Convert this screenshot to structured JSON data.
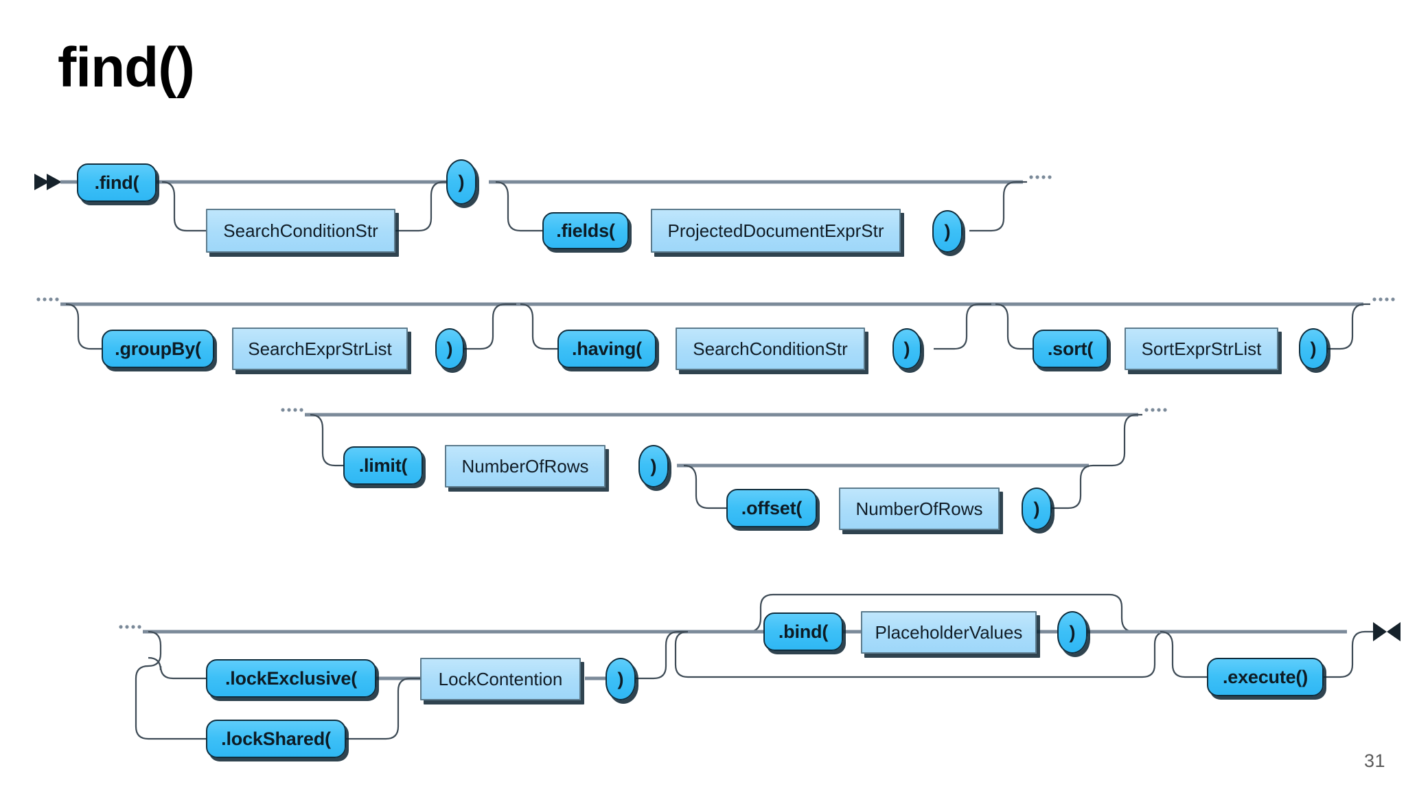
{
  "slide": {
    "title": "find()",
    "page_number": "31",
    "background_color": "#ffffff"
  },
  "colors": {
    "terminal_fill": "#3dc0f7",
    "terminal_border": "#0f2d3d",
    "nonterminal_fill": "#a9dcfa",
    "nonterminal_border": "#5b7a8c",
    "rail_thick": "#7b8a99",
    "rail_thin": "#3d4a55",
    "title_text": "#000000",
    "page_number_text": "#595959"
  },
  "diagram": {
    "type": "railroad-syntax-diagram",
    "start_marker": "double-arrow-right",
    "end_marker": "double-arrow-bowtie",
    "continuation_marker": "....",
    "rows": [
      {
        "row": 1,
        "nodes": [
          {
            "id": "find",
            "kind": "terminal",
            "label": ".find("
          },
          {
            "id": "searchConditionStr1",
            "kind": "nonterminal",
            "label": "SearchConditionStr"
          },
          {
            "id": "closeParen1",
            "kind": "paren",
            "label": ")"
          },
          {
            "id": "fields",
            "kind": "terminal",
            "label": ".fields("
          },
          {
            "id": "projectedDocumentExprStr",
            "kind": "nonterminal",
            "label": "ProjectedDocumentExprStr"
          },
          {
            "id": "closeParen2",
            "kind": "paren",
            "label": ")"
          }
        ]
      },
      {
        "row": 2,
        "nodes": [
          {
            "id": "groupBy",
            "kind": "terminal",
            "label": ".groupBy("
          },
          {
            "id": "searchExprStrList",
            "kind": "nonterminal",
            "label": "SearchExprStrList"
          },
          {
            "id": "closeParen3",
            "kind": "paren",
            "label": ")"
          },
          {
            "id": "having",
            "kind": "terminal",
            "label": ".having("
          },
          {
            "id": "searchConditionStr2",
            "kind": "nonterminal",
            "label": "SearchConditionStr"
          },
          {
            "id": "closeParen4",
            "kind": "paren",
            "label": ")"
          },
          {
            "id": "sort",
            "kind": "terminal",
            "label": ".sort("
          },
          {
            "id": "sortExprStrList",
            "kind": "nonterminal",
            "label": "SortExprStrList"
          },
          {
            "id": "closeParen5",
            "kind": "paren",
            "label": ")"
          }
        ]
      },
      {
        "row": 3,
        "nodes": [
          {
            "id": "limit",
            "kind": "terminal",
            "label": ".limit("
          },
          {
            "id": "numberOfRows1",
            "kind": "nonterminal",
            "label": "NumberOfRows"
          },
          {
            "id": "closeParen6",
            "kind": "paren",
            "label": ")"
          },
          {
            "id": "offset",
            "kind": "terminal",
            "label": ".offset("
          },
          {
            "id": "numberOfRows2",
            "kind": "nonterminal",
            "label": "NumberOfRows"
          },
          {
            "id": "closeParen7",
            "kind": "paren",
            "label": ")"
          }
        ]
      },
      {
        "row": 4,
        "nodes": [
          {
            "id": "bind",
            "kind": "terminal",
            "label": ".bind("
          },
          {
            "id": "placeholderValues",
            "kind": "nonterminal",
            "label": "PlaceholderValues"
          },
          {
            "id": "closeParen8",
            "kind": "paren",
            "label": ")"
          },
          {
            "id": "lockExclusive",
            "kind": "terminal",
            "label": ".lockExclusive("
          },
          {
            "id": "lockContention",
            "kind": "nonterminal",
            "label": "LockContention"
          },
          {
            "id": "closeParen9",
            "kind": "paren",
            "label": ")"
          },
          {
            "id": "lockShared",
            "kind": "terminal",
            "label": ".lockShared("
          },
          {
            "id": "execute",
            "kind": "terminal",
            "label": ".execute()"
          }
        ]
      }
    ]
  }
}
